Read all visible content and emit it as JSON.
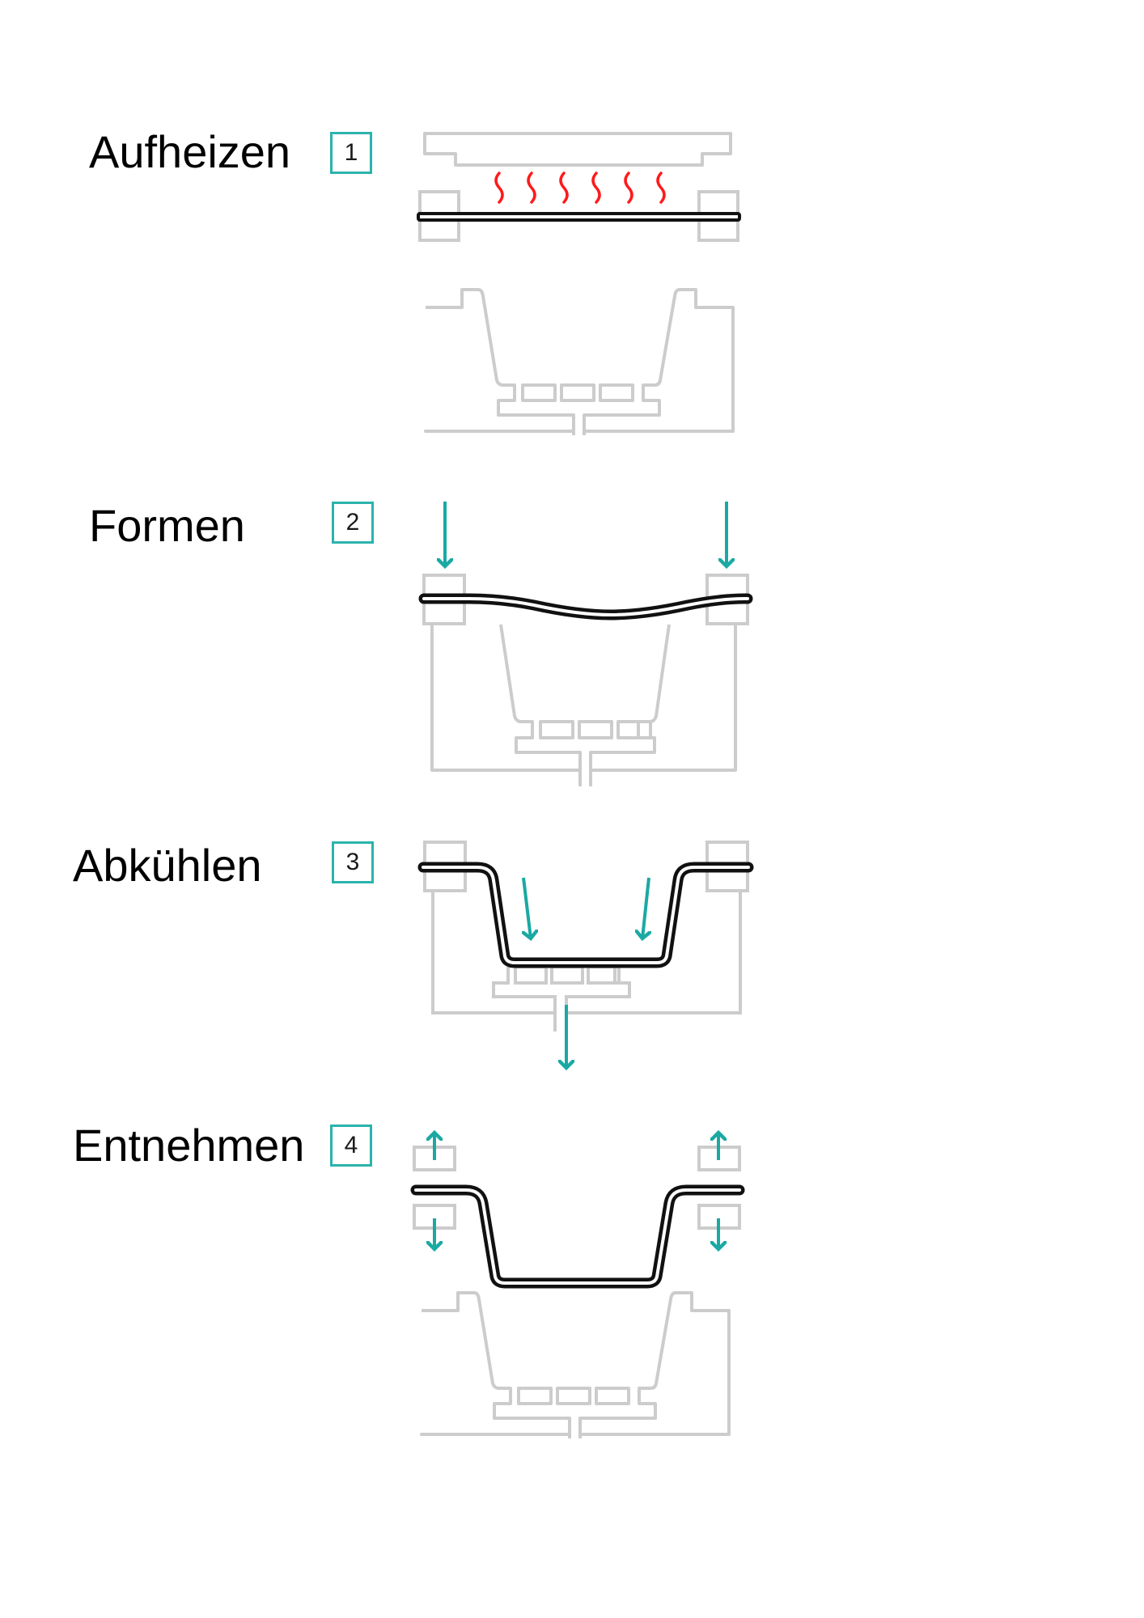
{
  "colors": {
    "mold": "#cccccc",
    "sheet": "#111111",
    "accent": "#1aa9a3",
    "heat": "#ff1a1a",
    "badge_border": "#2bb3ad"
  },
  "steps": [
    {
      "number": "1",
      "label": "Aufheizen",
      "icons": [
        "heater-plate",
        "heat-waves",
        "clamp-frame",
        "plastic-sheet-flat",
        "vacuum-mold"
      ]
    },
    {
      "number": "2",
      "label": "Formen",
      "icons": [
        "down-arrows",
        "clamp-frame",
        "plastic-sheet-sagging",
        "vacuum-mold"
      ]
    },
    {
      "number": "3",
      "label": "Abkühlen",
      "icons": [
        "clamp-frame",
        "plastic-sheet-formed",
        "cooling-arrows",
        "vacuum-mold",
        "vacuum-arrow"
      ]
    },
    {
      "number": "4",
      "label": "Entnehmen",
      "icons": [
        "clamp-open-arrows",
        "plastic-part-formed",
        "vacuum-mold"
      ]
    }
  ]
}
